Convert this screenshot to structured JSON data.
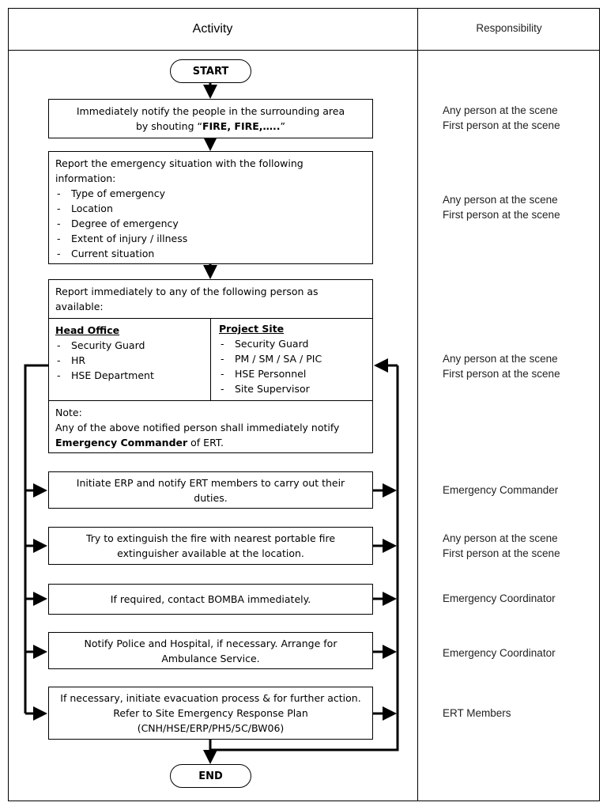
{
  "header": {
    "activity": "Activity",
    "responsibility": "Responsibility"
  },
  "start": "START",
  "end": "END",
  "step1": {
    "pre": "Immediately notify the people in the surrounding area",
    "pre2": "by shouting “",
    "bold": "FIRE, FIRE,…..",
    "post": "”"
  },
  "step2": {
    "intro": "Report the emergency situation with the following information:",
    "items": [
      "Type of emergency",
      "Location",
      "Degree of emergency",
      "Extent of injury / illness",
      "Current situation"
    ]
  },
  "step3": {
    "intro": "Report immediately to any of the following person as available:",
    "head_office": {
      "title": "Head Office",
      "items": [
        "Security Guard",
        "HR",
        "HSE Department"
      ]
    },
    "project_site": {
      "title": "Project Site",
      "items": [
        "Security Guard",
        "PM / SM / SA / PIC",
        "HSE Personnel",
        "Site Supervisor"
      ]
    },
    "note_title": "Note:",
    "note_pre": "Any of the above notified person shall immediately notify ",
    "note_bold": "Emergency Commander",
    "note_post": " of ERT."
  },
  "step4": "Initiate ERP and notify ERT members to carry out their duties.",
  "step5": "Try to extinguish the fire with nearest portable fire extinguisher available at the location.",
  "step6": "If required, contact BOMBA immediately.",
  "step7": "Notify Police and Hospital, if necessary. Arrange for Ambulance Service.",
  "step8": {
    "line1": "If necessary, initiate evacuation process & for further action. Refer to Site Emergency Response Plan",
    "line2": "(CNH/HSE/ERP/PH5/5C/BW06)"
  },
  "responsibility": {
    "r1": [
      "Any person at the scene",
      "First person at the scene"
    ],
    "r2": [
      "Any person at the scene",
      "First person at the scene"
    ],
    "r3": [
      "Any person at the scene",
      "First person at the scene"
    ],
    "r4": [
      "Emergency Commander"
    ],
    "r5": [
      "Any person at the scene",
      "First person at the scene"
    ],
    "r6": [
      "Emergency Coordinator"
    ],
    "r7": [
      "Emergency Coordinator"
    ],
    "r8": [
      "ERT Members"
    ]
  }
}
